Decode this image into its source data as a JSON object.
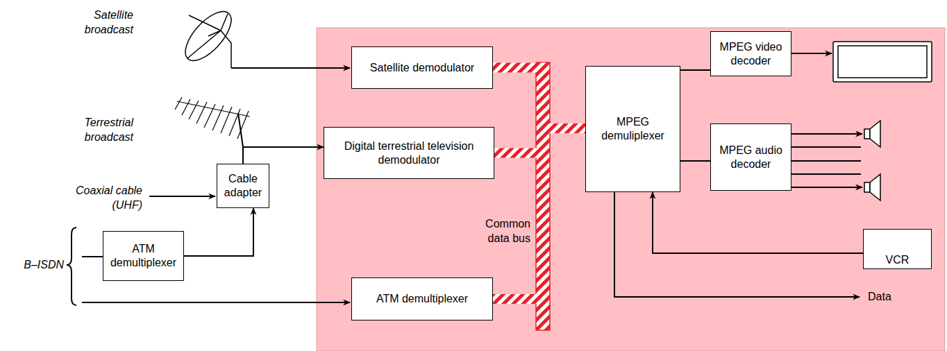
{
  "diagram": {
    "nodes": [
      {
        "text": [
          "Satellite demodulator"
        ]
      },
      {
        "text": [
          "Digital terrestrial television demodulator"
        ]
      },
      {
        "text": [
          "ATM demultiplexer"
        ]
      },
      {
        "text": [
          "MPEG demuliplexer"
        ]
      },
      {
        "text": [
          "MPEG video decoder"
        ]
      },
      {
        "text": [
          "MPEG audio decoder"
        ]
      },
      {
        "text": [
          "Cable adapter"
        ]
      },
      {
        "text": [
          "ATM demultiplexer"
        ]
      },
      {
        "text": [
          "VCR"
        ]
      }
    ],
    "edges": [
      {
        "from": 0,
        "to": 3,
        "arrow": "none"
      },
      {
        "from": 1,
        "to": 3,
        "arrow": "none"
      },
      {
        "from": 2,
        "to": 3,
        "arrow": "none"
      },
      {
        "from": 3,
        "to": 4,
        "arrow": "none"
      },
      {
        "from": 3,
        "to": 5,
        "arrow": "none"
      },
      {
        "from": 6,
        "to": 1,
        "arrow": "to"
      },
      {
        "from": 7,
        "to": 6,
        "arrow": "to"
      },
      {
        "from": 8,
        "to": 3,
        "arrow": "to"
      }
    ],
    "labels": [
      "Satellite broadcast",
      "Terrestrial broadcast",
      "Coaxial cable (UHF)",
      "B–ISDN",
      "Common data bus",
      "Data"
    ]
  }
}
